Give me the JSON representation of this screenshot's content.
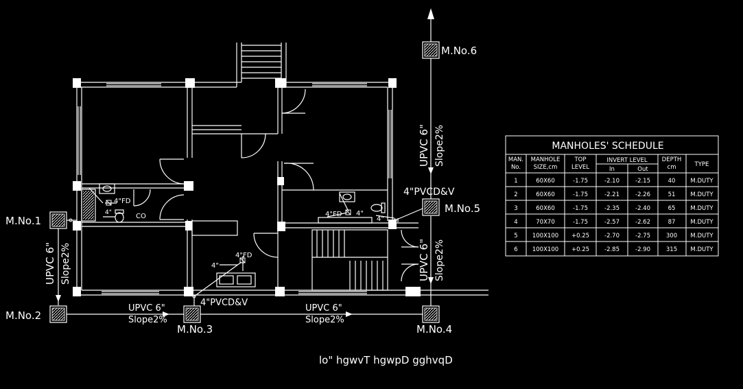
{
  "labels": {
    "mh1": "M.No.1",
    "mh2": "M.No.2",
    "mh3": "M.No.3",
    "mh4": "M.No.4",
    "mh5": "M.No.5",
    "mh6": "M.No.6",
    "pipe_upvc": "UPVC 6\"",
    "pipe_slope": "Slope2%",
    "pvcd_a": "4\"PVCD&V",
    "pvcd_b": "4\"PVCD&V",
    "fd_1": "4\"FD",
    "fd_2": "4\"FD",
    "fd_3": "4\"FD",
    "dim_4_a": "4\"",
    "dim_4_b": "4\"",
    "dim_4_c": "4\"",
    "dim_4_d": "4\"",
    "co": "CO",
    "footer": "lo\" hgwvT hgwpD gghvqD"
  },
  "schedule": {
    "title": "MANHOLES' SCHEDULE",
    "headers": {
      "man_no_1": "MAN.",
      "man_no_2": "No.",
      "size_1": "MANHOLE",
      "size_2": "SIZE,cm",
      "top_1": "TOP",
      "top_2": "LEVEL",
      "invert": "INVERT  LEVEL",
      "inv_in": "In",
      "inv_out": "Out",
      "depth_1": "DEPTH",
      "depth_2": "cm",
      "type": "TYPE"
    },
    "rows": [
      {
        "no": "1",
        "size": "60X60",
        "top": "-1.75",
        "in": "-2.10",
        "out": "-2.15",
        "depth": "40",
        "type": "M.DUTY"
      },
      {
        "no": "2",
        "size": "60X60",
        "top": "-1.75",
        "in": "-2.21",
        "out": "-2.26",
        "depth": "51",
        "type": "M.DUTY"
      },
      {
        "no": "3",
        "size": "60X60",
        "top": "-1.75",
        "in": "-2.35",
        "out": "-2.40",
        "depth": "65",
        "type": "M.DUTY"
      },
      {
        "no": "4",
        "size": "70X70",
        "top": "-1.75",
        "in": "-2.57",
        "out": "-2.62",
        "depth": "87",
        "type": "M.DUTY"
      },
      {
        "no": "5",
        "size": "100X100",
        "top": "+0.25",
        "in": "-2.70",
        "out": "-2.75",
        "depth": "300",
        "type": "M.DUTY"
      },
      {
        "no": "6",
        "size": "100X100",
        "top": "+0.25",
        "in": "-2.85",
        "out": "-2.90",
        "depth": "315",
        "type": "M.DUTY"
      }
    ]
  },
  "colors": {
    "background": "#000000",
    "lines": "#ffffff"
  }
}
